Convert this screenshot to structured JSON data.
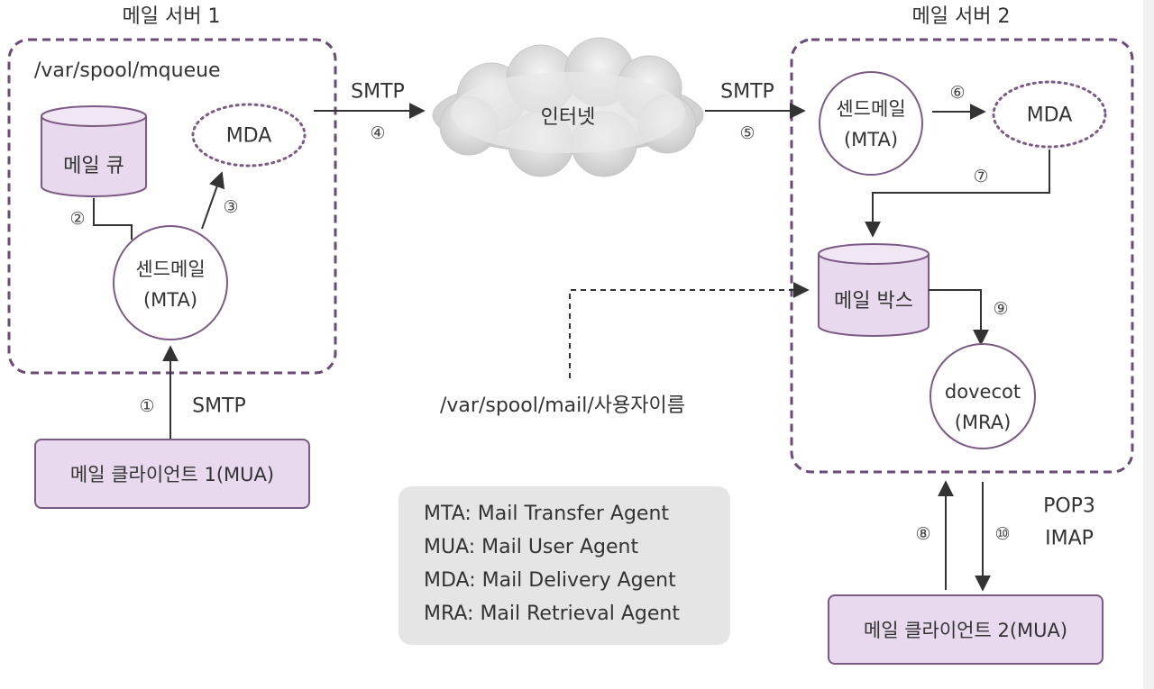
{
  "servers": {
    "server1_title": "메일 서버 1",
    "server2_title": "메일 서버 2"
  },
  "server1": {
    "spool_path": "/var/spool/mqueue",
    "queue_label": "메일 큐",
    "mda_label": "MDA",
    "mta_line1": "센드메일",
    "mta_line2": "(MTA)"
  },
  "server2": {
    "mta_line1": "센드메일",
    "mta_line2": "(MTA)",
    "mda_label": "MDA",
    "mailbox_label": "메일 박스",
    "mra_line1": "dovecot",
    "mra_line2": "(MRA)"
  },
  "internet_label": "인터넷",
  "mailbox_path": "/var/spool/mail/사용자이름",
  "protocols": {
    "smtp_client": "SMTP",
    "smtp_out": "SMTP",
    "smtp_in": "SMTP",
    "pop3": "POP3",
    "imap": "IMAP"
  },
  "steps": [
    "①",
    "②",
    "③",
    "④",
    "⑤",
    "⑥",
    "⑦",
    "⑧",
    "⑨",
    "⑩"
  ],
  "clients": {
    "client1": "메일 클라이언트 1(MUA)",
    "client2": "메일 클라이언트 2(MUA)"
  },
  "legend": [
    "MTA: Mail Transfer Agent",
    "MUA: Mail User Agent",
    "MDA: Mail Delivery Agent",
    "MRA: Mail Retrieval Agent"
  ],
  "colors": {
    "accent": "#6b4a7a",
    "client_fill": "#e8d9ee",
    "legend_fill": "#e5e5e5",
    "cloud_fill": "#d9d9d9"
  }
}
